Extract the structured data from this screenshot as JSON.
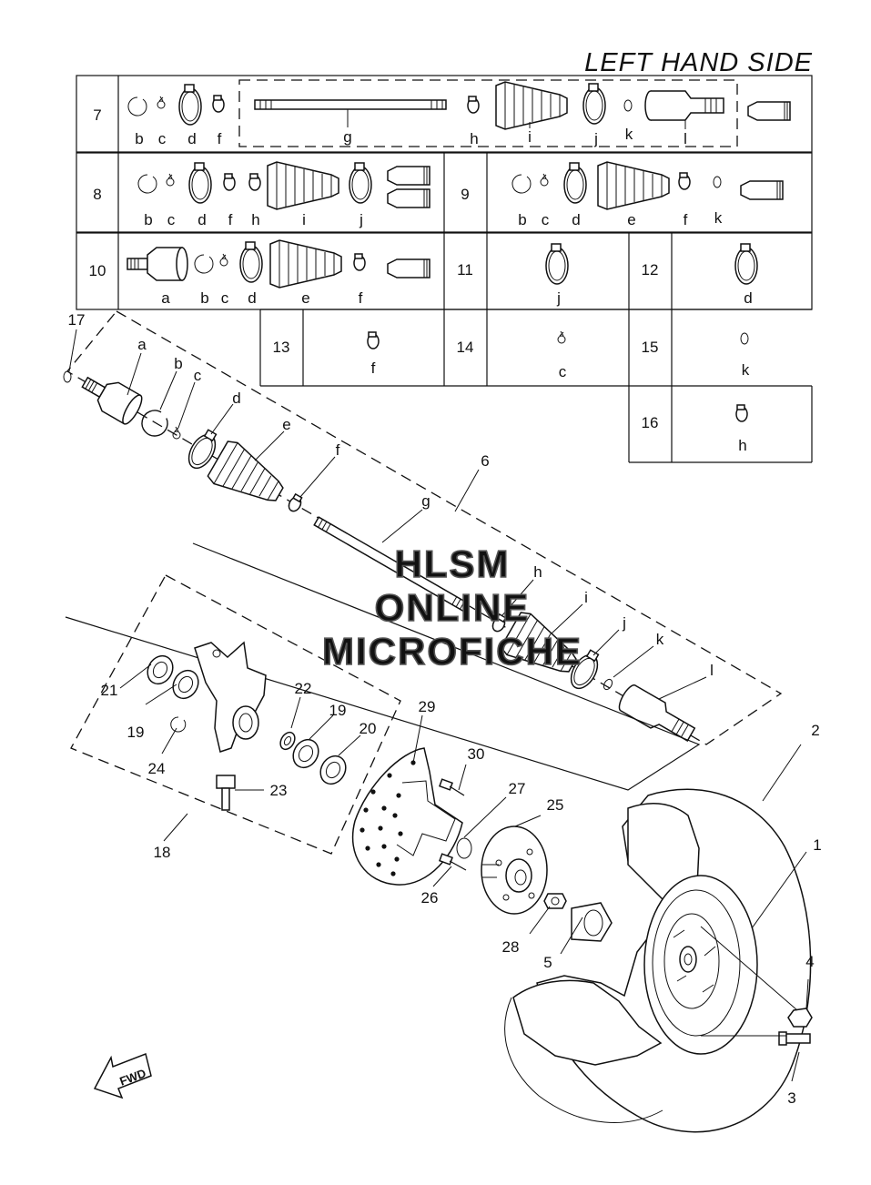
{
  "title": "LEFT HAND SIDE",
  "watermark": [
    "HLSM",
    "ONLINE",
    "MICROFICHE"
  ],
  "fwd_label": "FWD",
  "kit_rows": [
    {
      "ref": "7",
      "letters": [
        "b",
        "c",
        "d",
        "f",
        "g",
        "h",
        "i",
        "j",
        "k",
        "l"
      ]
    },
    {
      "ref": "8",
      "letters": [
        "b",
        "c",
        "d",
        "f",
        "h",
        "i",
        "j"
      ]
    },
    {
      "ref": "9",
      "letters": [
        "b",
        "c",
        "d",
        "e",
        "f",
        "k"
      ]
    },
    {
      "ref": "10",
      "letters": [
        "a",
        "b",
        "c",
        "d",
        "e",
        "f"
      ]
    },
    {
      "ref": "11",
      "letters": [
        "j"
      ]
    },
    {
      "ref": "12",
      "letters": [
        "d"
      ]
    },
    {
      "ref": "13",
      "letters": [
        "f"
      ]
    },
    {
      "ref": "14",
      "letters": [
        "c"
      ]
    },
    {
      "ref": "15",
      "letters": [
        "k"
      ]
    },
    {
      "ref": "16",
      "letters": [
        "h"
      ]
    }
  ],
  "shaft_labels": [
    "17",
    "a",
    "b",
    "c",
    "d",
    "e",
    "f",
    "6",
    "g",
    "h",
    "i",
    "j",
    "k",
    "l"
  ],
  "part_numbers": [
    "1",
    "2",
    "3",
    "4",
    "5",
    "18",
    "19",
    "19",
    "20",
    "21",
    "22",
    "23",
    "24",
    "25",
    "26",
    "27",
    "28",
    "29",
    "30"
  ]
}
